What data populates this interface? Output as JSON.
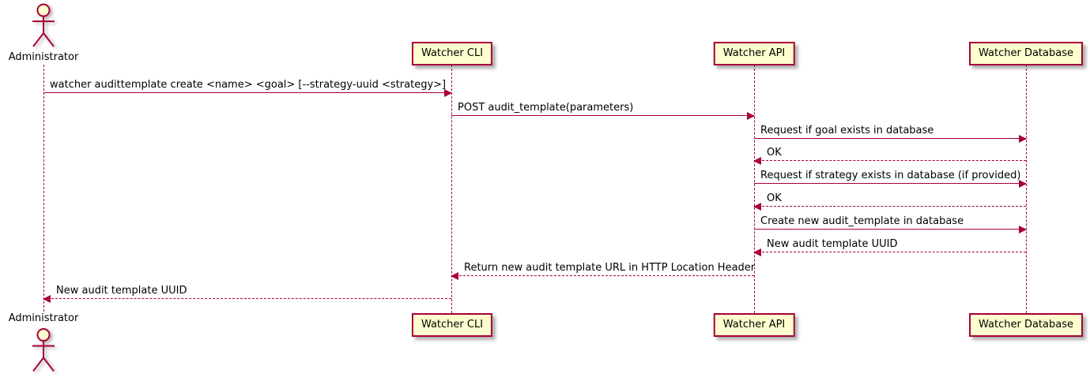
{
  "diagram": {
    "type": "sequence",
    "actor": {
      "name": "Administrator"
    },
    "participants": [
      {
        "name": "Watcher CLI"
      },
      {
        "name": "Watcher API"
      },
      {
        "name": "Watcher Database"
      }
    ],
    "messages": [
      {
        "from": "Administrator",
        "to": "Watcher CLI",
        "style": "solid",
        "text": "watcher audittemplate create <name> <goal> [--strategy-uuid <strategy>]"
      },
      {
        "from": "Watcher CLI",
        "to": "Watcher API",
        "style": "solid",
        "text": "POST audit_template(parameters)"
      },
      {
        "from": "Watcher API",
        "to": "Watcher Database",
        "style": "solid",
        "text": "Request if goal exists in database"
      },
      {
        "from": "Watcher Database",
        "to": "Watcher API",
        "style": "dashed",
        "text": "OK"
      },
      {
        "from": "Watcher API",
        "to": "Watcher Database",
        "style": "solid",
        "text": "Request if strategy exists in database (if provided)"
      },
      {
        "from": "Watcher Database",
        "to": "Watcher API",
        "style": "dashed",
        "text": "OK"
      },
      {
        "from": "Watcher API",
        "to": "Watcher Database",
        "style": "solid",
        "text": "Create new audit_template in database"
      },
      {
        "from": "Watcher Database",
        "to": "Watcher API",
        "style": "dashed",
        "text": "New audit template UUID"
      },
      {
        "from": "Watcher API",
        "to": "Watcher CLI",
        "style": "dashed",
        "text": "Return new audit template URL in HTTP Location Header"
      },
      {
        "from": "Watcher CLI",
        "to": "Administrator",
        "style": "dashed",
        "text": "New audit template UUID"
      }
    ],
    "colors": {
      "accent": "#A80036",
      "participant_fill": "#FEFECE",
      "background": "#FFFFFF",
      "text": "#000000"
    }
  }
}
